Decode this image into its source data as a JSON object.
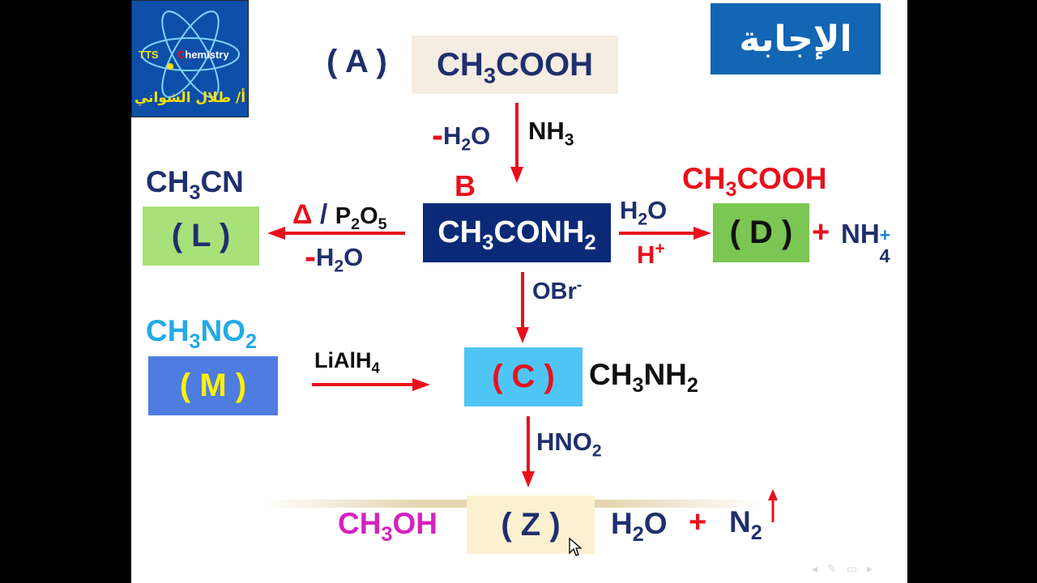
{
  "logo": {
    "tts": "TTS",
    "chem_initial": "C",
    "chem_rest": "hemistry",
    "author": "أ/ طلال الشواني"
  },
  "answer_label": "الإجابة",
  "node_a": {
    "letter": "( A )",
    "formula": [
      "CH",
      "3",
      "COOH"
    ]
  },
  "step_a_b": {
    "minus": "-",
    "water": [
      "H",
      "2",
      "O"
    ],
    "reagent": [
      "NH",
      "3"
    ]
  },
  "node_b": {
    "letter": "B",
    "formula": [
      "CH",
      "3",
      "CONH",
      "2"
    ]
  },
  "node_l": {
    "letter": "( L )",
    "formula": [
      "CH",
      "3",
      "CN"
    ]
  },
  "step_b_l": {
    "delta": "Δ",
    "slash": " / ",
    "reagent": [
      "P",
      "2",
      "O",
      "5"
    ],
    "minus": "-",
    "water": [
      "H",
      "2",
      "O"
    ]
  },
  "node_d": {
    "letter": "( D )",
    "formula": [
      "CH",
      "3",
      "COOH"
    ]
  },
  "step_b_d": {
    "water": [
      "H",
      "2",
      "O"
    ],
    "acid": [
      "H",
      "+"
    ]
  },
  "ammonium": {
    "plus": "+",
    "formula": [
      "NH",
      "4",
      "+"
    ]
  },
  "step_b_c": {
    "reagent": [
      "OBr",
      "-"
    ]
  },
  "node_m": {
    "letter": "( M )",
    "formula": [
      "CH",
      "3",
      "NO",
      "2"
    ]
  },
  "step_m_c": {
    "reagent": [
      "LiAlH",
      "4"
    ]
  },
  "node_c": {
    "letter": "( C )",
    "formula": [
      "CH",
      "3",
      "NH",
      "2"
    ]
  },
  "step_c_z": {
    "reagent": [
      "HNO",
      "2"
    ]
  },
  "node_z": {
    "letter": "( Z )",
    "formula": [
      "CH",
      "3",
      "OH"
    ]
  },
  "byproducts": {
    "water": [
      "H",
      "2",
      "O"
    ],
    "plus": "+",
    "nitrogen": [
      "N",
      "2"
    ]
  },
  "colors": {
    "navy": "#1f2f6e",
    "red": "#e8101c",
    "green_box": "#a8e07a",
    "green_dark": "#7cc653",
    "blue_box": "#4f7ce0",
    "cyan_box": "#4fc5f5",
    "cream": "#fbf1d1",
    "beige": "#f5ece2",
    "b_box": "#0a2a78",
    "cyan_text": "#22aae8",
    "magenta": "#d421c0",
    "yellow": "#fff200"
  }
}
